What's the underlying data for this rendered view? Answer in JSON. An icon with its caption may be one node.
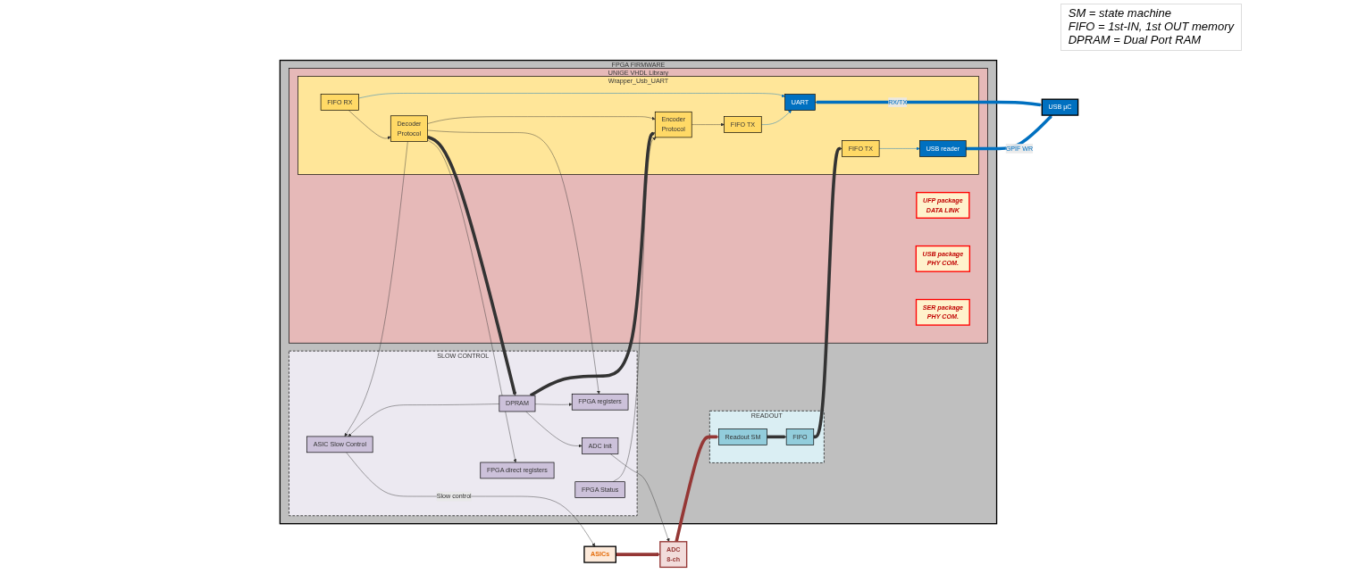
{
  "diagram": {
    "nodes": [
      {
        "text": [
          "ASICs"
        ]
      },
      {
        "text": [
          "ADC",
          "8-ch"
        ]
      },
      {
        "text": [
          "FPGA FIRMWARE"
        ]
      },
      {
        "text": [
          "READOUT"
        ],
        "in": 2
      },
      {
        "text": [
          "Readout SM"
        ],
        "in": 3
      },
      {
        "text": [
          "FIFO"
        ],
        "in": 3
      },
      {
        "text": [
          "SLOW CONTROL"
        ],
        "in": 2
      },
      {
        "text": [
          "FPGA Status"
        ],
        "in": 6
      },
      {
        "text": [
          "ADC init"
        ],
        "in": 6
      },
      {
        "text": [
          "ASIC Slow Control"
        ],
        "in": 6
      },
      {
        "text": [
          "DPRAM"
        ],
        "in": 6
      },
      {
        "text": [
          "FPGA registers"
        ],
        "in": 6
      },
      {
        "text": [
          "FPGA direct registers"
        ],
        "in": 6
      },
      {
        "text": [
          "UNIGE VHDL Library"
        ],
        "in": 2
      },
      {
        "text": [
          "UFP package",
          "DATA LINK"
        ],
        "in": 13
      },
      {
        "text": [
          "USB package",
          "PHY COM."
        ],
        "in": 13
      },
      {
        "text": [
          "Wrapper_Usb_UART"
        ],
        "in": 13
      },
      {
        "text": [
          "Encoder",
          "Protocol"
        ],
        "in": 16
      },
      {
        "text": [
          "Decoder",
          "Protocol"
        ],
        "in": 16
      },
      {
        "text": [
          "FIFO TX"
        ],
        "in": 16
      },
      {
        "text": [
          "USB reader"
        ],
        "in": 16
      },
      {
        "text": [
          "FIFO TX"
        ],
        "in": 16
      },
      {
        "text": [
          "FIFO RX"
        ],
        "in": 16
      },
      {
        "text": [
          "UART"
        ],
        "in": 16
      },
      {
        "text": [
          "SER package",
          "PHY COM."
        ],
        "in": 13
      },
      {
        "text": [
          "USB µC"
        ]
      }
    ],
    "edges": [
      {
        "from": 0,
        "to": 1,
        "arrow": "to",
        "style": "thick",
        "color": "#953735"
      },
      {
        "from": 1,
        "to": 4,
        "arrow": "to",
        "style": "thick",
        "color": "#953735"
      },
      {
        "from": 4,
        "to": 5,
        "arrow": "to",
        "style": "thick"
      },
      {
        "from": 5,
        "to": 19,
        "arrow": "to",
        "style": "thick"
      },
      {
        "from": 19,
        "to": 20,
        "arrow": "to",
        "color": "#0070c0"
      },
      {
        "from": 20,
        "to": 25,
        "label": "GPIF WR",
        "arrow": "to",
        "style": "thick",
        "color": "#0070c0"
      },
      {
        "from": 7,
        "to": 17,
        "arrow": "to"
      },
      {
        "from": 10,
        "to": 17,
        "arrow": "to",
        "style": "thick"
      },
      {
        "from": 10,
        "to": 8,
        "arrow": "to"
      },
      {
        "from": 10,
        "to": 9,
        "arrow": "to"
      },
      {
        "from": 10,
        "to": 11,
        "arrow": "to"
      },
      {
        "from": 18,
        "to": 10,
        "arrow": "to",
        "style": "thick"
      },
      {
        "from": 18,
        "to": 17,
        "arrow": "to"
      },
      {
        "from": 17,
        "to": 21,
        "arrow": "to"
      },
      {
        "from": 22,
        "to": 18,
        "arrow": "to"
      },
      {
        "from": 21,
        "to": 23,
        "arrow": "to",
        "color": "#0070c0"
      },
      {
        "from": 22,
        "to": 23,
        "arrow": "to",
        "color": "#0070c0"
      },
      {
        "from": 23,
        "to": 25,
        "label": "RX/TX",
        "arrow": "both",
        "style": "thick",
        "color": "#0070c0"
      },
      {
        "from": 8,
        "to": 1,
        "arrow": "to"
      },
      {
        "from": 9,
        "to": 0,
        "label": "Slow control",
        "arrow": "to"
      },
      {
        "from": 18,
        "to": 12,
        "arrow": "to"
      },
      {
        "from": 18,
        "to": 9,
        "arrow": "to"
      },
      {
        "from": 18,
        "to": 11,
        "arrow": "to"
      }
    ],
    "labels": [
      "SM = state machine",
      "FIFO = 1st-IN, 1st OUT memory",
      "DPRAM = Dual Port RAM"
    ]
  }
}
